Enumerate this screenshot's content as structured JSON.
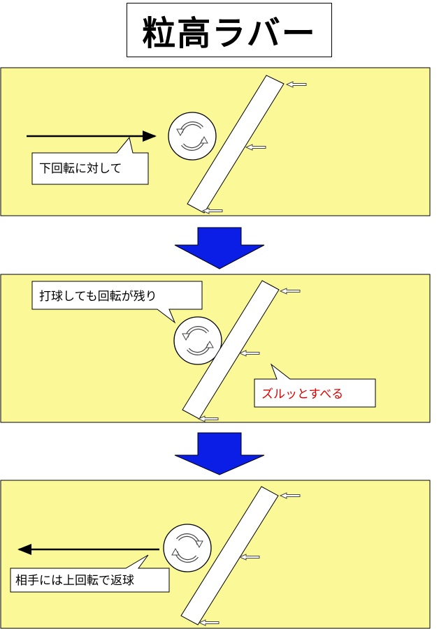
{
  "title": "粒高ラバー",
  "panels": [
    {
      "callouts": [
        {
          "text": "下回転に対して"
        }
      ]
    },
    {
      "callouts": [
        {
          "text": "打球しても回転が残り"
        },
        {
          "text": "ズルッとすべる",
          "color": "#e00000"
        }
      ]
    },
    {
      "callouts": [
        {
          "text": "相手には上回転で返球"
        }
      ]
    }
  ],
  "colors": {
    "panel": "#fbf898",
    "arrow": "#0a1ee6",
    "callout_red": "#e00000"
  }
}
